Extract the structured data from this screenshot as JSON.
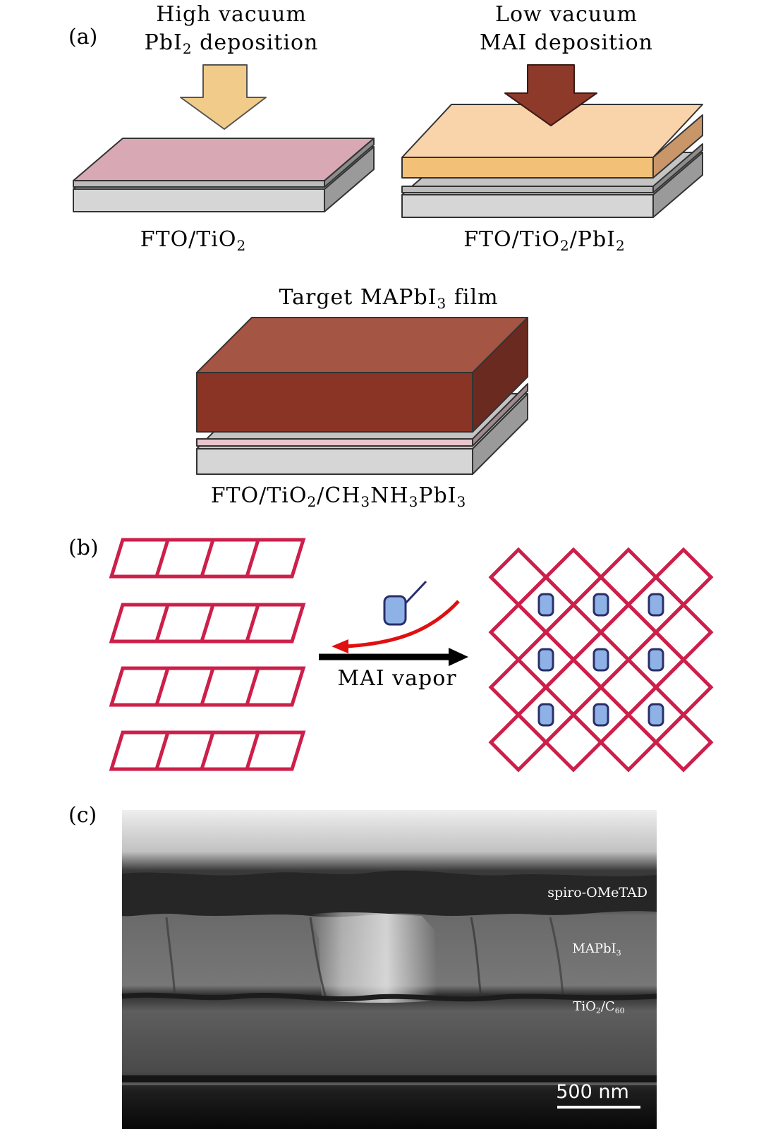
{
  "panels": {
    "a": {
      "label": "(a)",
      "step1": {
        "line1": "High vacuum",
        "line2_main": "PbI",
        "line2_sub": "2",
        "line2_rest": " deposition"
      },
      "step2": {
        "line1": "Low vacuum",
        "line2": "MAI deposition"
      },
      "substrate1": {
        "t1": "FTO/TiO",
        "s1": "2"
      },
      "substrate2": {
        "t1": "FTO/TiO",
        "s1": "2",
        "t2": "/PbI",
        "s2": "2"
      },
      "target": {
        "t1": "Target MAPbI",
        "s1": "3",
        "t2": " film"
      },
      "substrate3": {
        "t1": "FTO/TiO",
        "s1": "2",
        "t2": "/CH",
        "s2": "3",
        "t3": "NH",
        "s3": "3",
        "t4": "PbI",
        "s4": "3"
      }
    },
    "b": {
      "label": "(b)",
      "arrow_label": "MAI vapor"
    },
    "c": {
      "label": "(c)",
      "layers": {
        "spiro": "spiro-OMeTAD",
        "mapbi_main": "MAPbI",
        "mapbi_sub": "3",
        "tio_main": "TiO",
        "tio_sub1": "2",
        "tio_mid": "/C",
        "tio_sub2": "60"
      },
      "scalebar": "500 nm"
    }
  },
  "colors": {
    "pbi2_arrow": "#f0cb8a",
    "mai_arrow": "#8e3a2b",
    "pink_layer": "#d8a9b4",
    "peach_layer": "#f7cc98",
    "perovskite": "#8a3426",
    "glass": "#d6d6d6",
    "lattice": "#cc1f4a",
    "cation": "#8fb2e6",
    "reaction_arrow": "#e01010"
  }
}
